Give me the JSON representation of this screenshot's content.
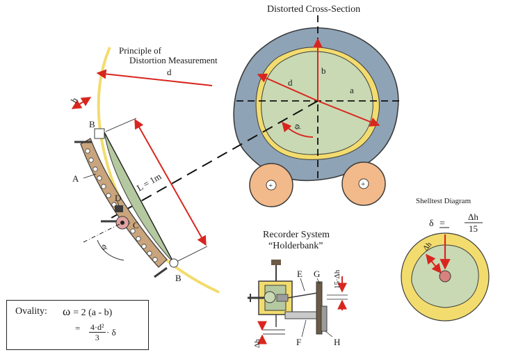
{
  "titles": {
    "distorted_cross_section": "Distorted Cross-Section",
    "principle_line1": "Principle of",
    "principle_line2": "Distortion Measurement",
    "recorder_line1": "Recorder System",
    "recorder_line2": "“Holderbank”",
    "shelltest": "Shelltest Diagram"
  },
  "labels": {
    "d_principle": "d",
    "h_top": "h",
    "B_top": "B",
    "B_bottom": "B",
    "A": "A",
    "D": "D",
    "C": "C",
    "phi_left": "φ",
    "L": "L = 1m",
    "cs_b": "b",
    "cs_d": "d",
    "cs_a": "a",
    "cs_phi": "φ",
    "roller_symbol": "+",
    "rec_E": "E",
    "rec_G": "G",
    "rec_F": "F",
    "rec_H": "H",
    "rec_15dh": "15·Δh",
    "rec_dh": "Δh",
    "shell_delta": "Δh",
    "shell_formula_lhs": "δ",
    "shell_formula_num": "Δh",
    "shell_formula_den": "15"
  },
  "ovality": {
    "label": "Ovality:",
    "omega": "ω",
    "line1": "= 2 (a - b)",
    "eq2": "=",
    "frac_num": "4·d²",
    "frac_den": "3",
    "tail": "· δ"
  },
  "colors": {
    "shell_blue": "#8ea3b6",
    "inner_green": "#c9d9b3",
    "yellow": "#f3dc6e",
    "roller_orange": "#f2b98a",
    "arrow_red": "#d8261f",
    "arm_tan": "#c9a47c",
    "pink": "#e2a3a0"
  }
}
